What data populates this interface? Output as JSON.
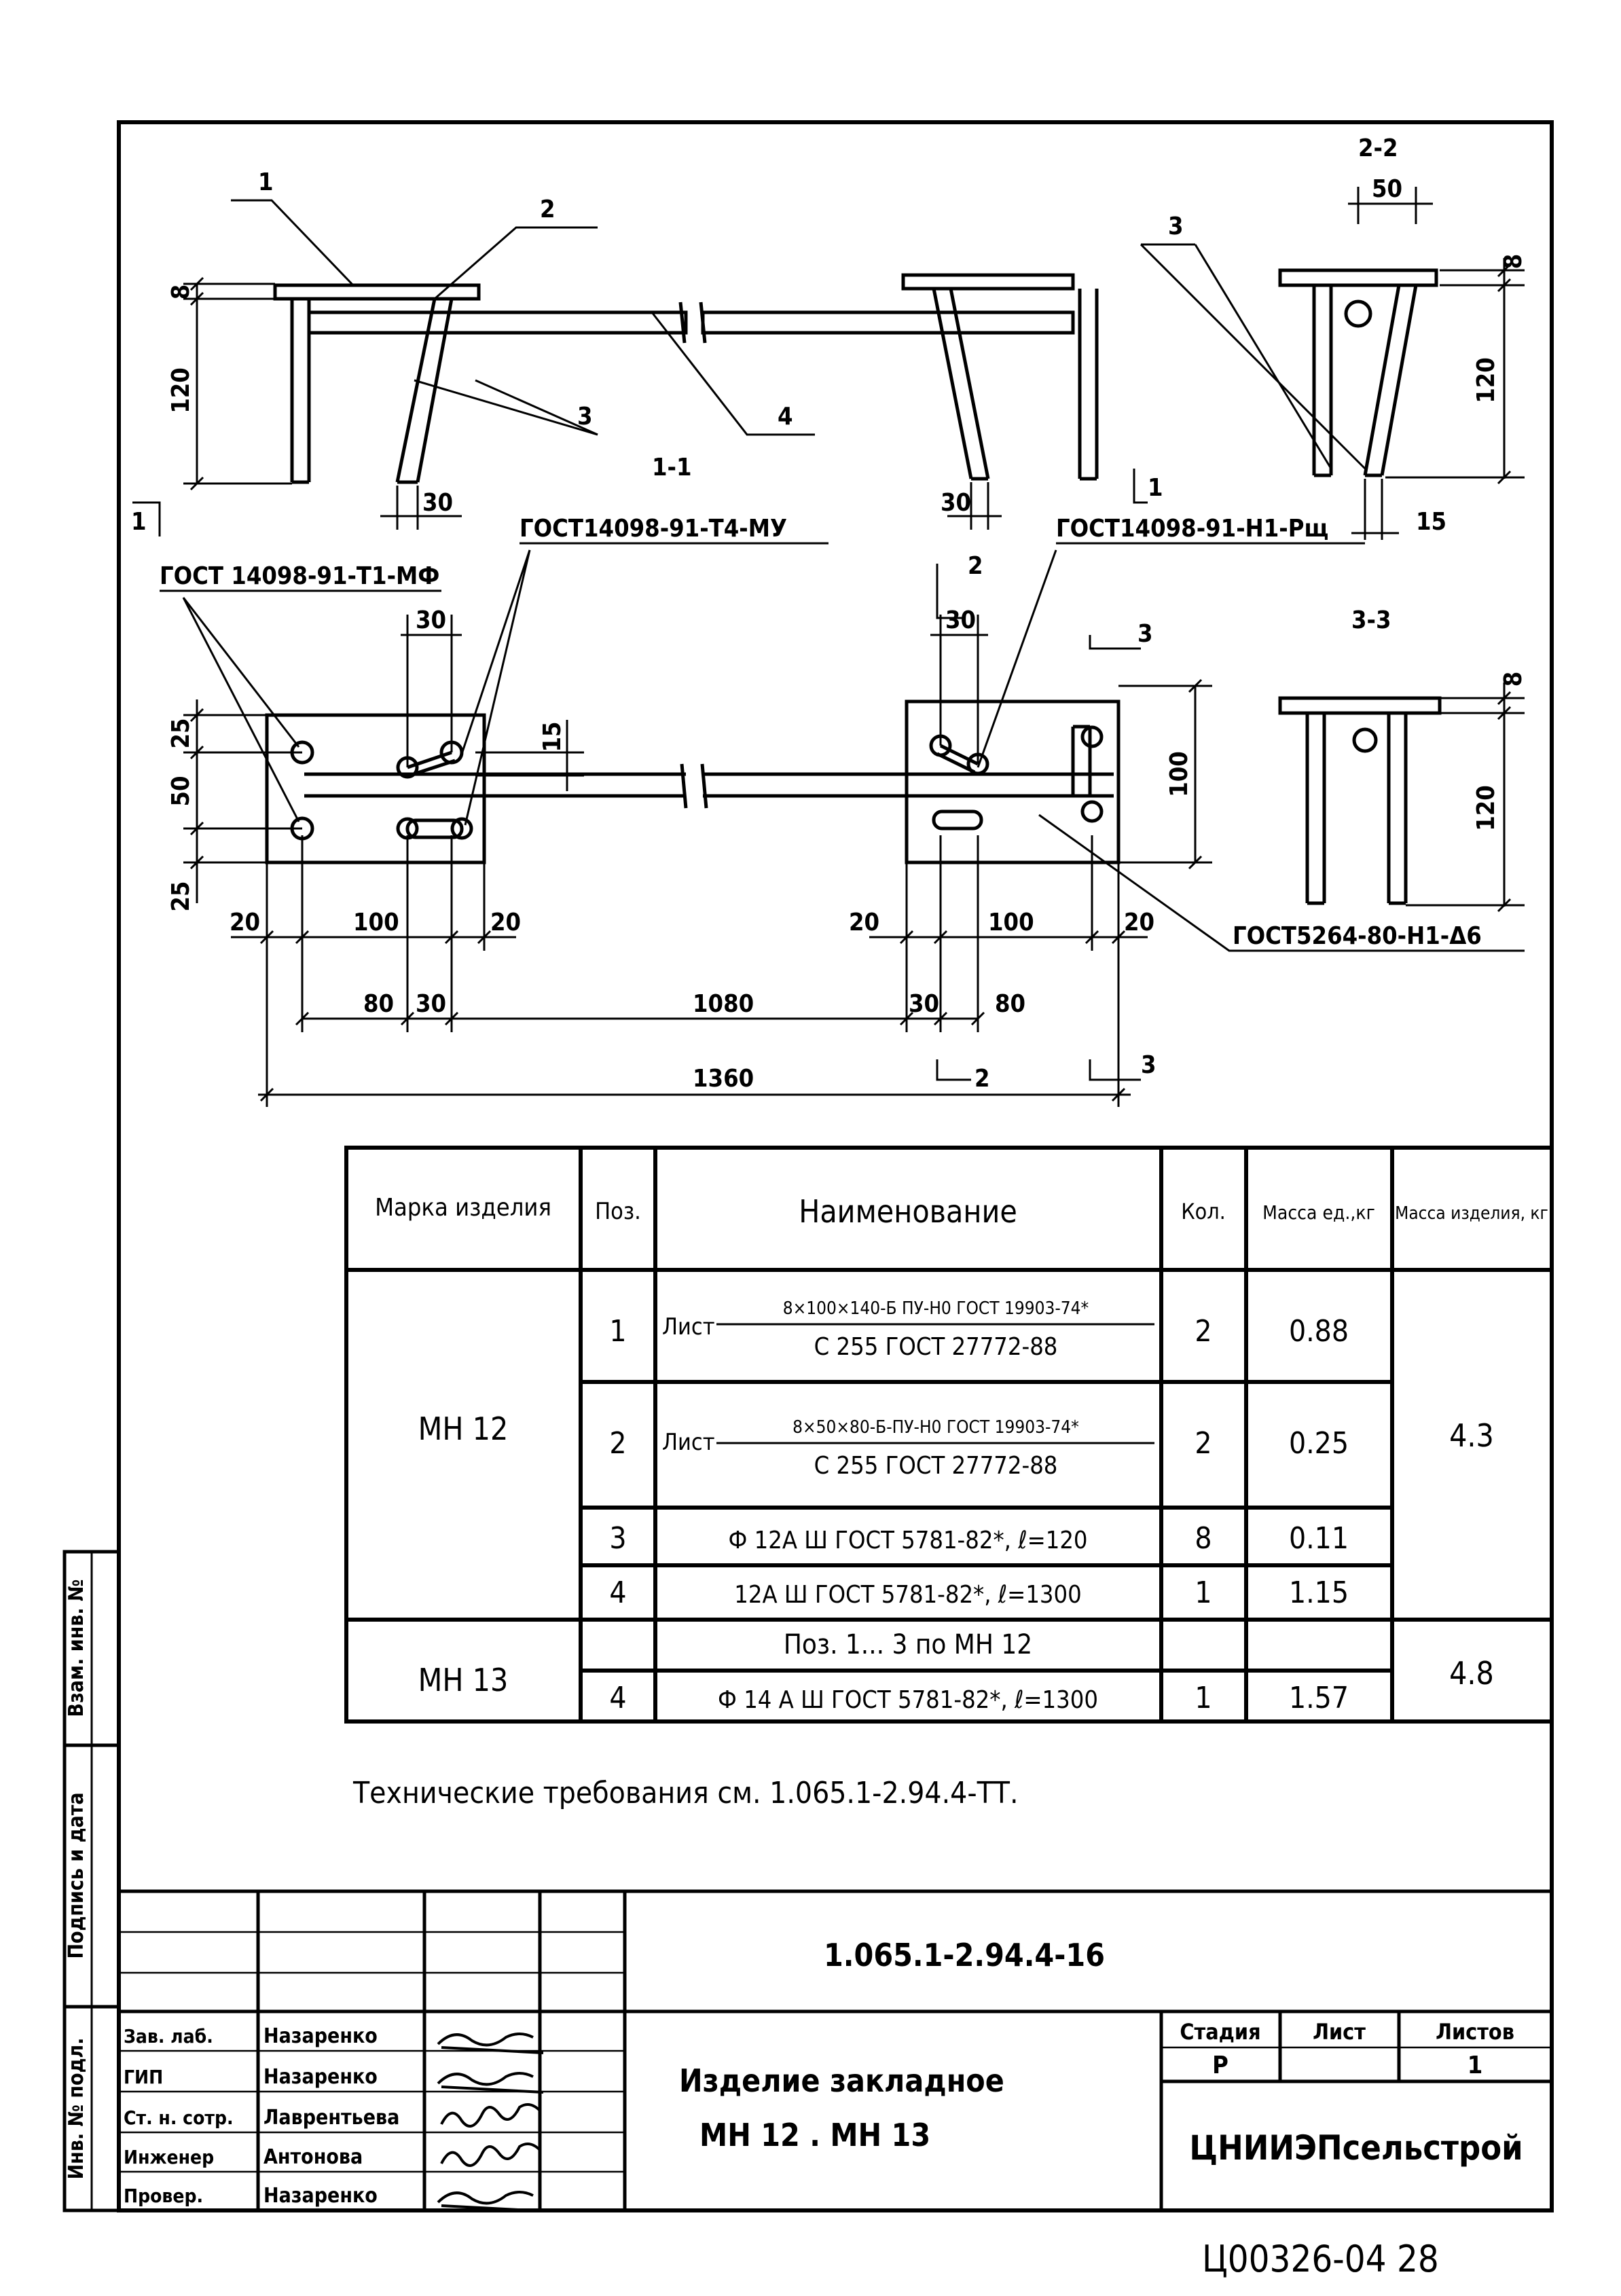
{
  "drawing": {
    "callouts": [
      "1",
      "2",
      "3",
      "3",
      "4",
      "3"
    ],
    "section_labels": [
      "1-1",
      "2-2",
      "3-3"
    ],
    "section_marks": [
      "1",
      "1",
      "2",
      "2",
      "3",
      "3"
    ],
    "dims_elevation": [
      "8",
      "120",
      "30",
      "30",
      "50",
      "8",
      "120",
      "15",
      "8",
      "120"
    ],
    "dims_plan": [
      "25",
      "50",
      "25",
      "30",
      "15",
      "30",
      "100",
      "20",
      "20",
      "100",
      "20",
      "80",
      "30",
      "30",
      "80",
      "1080",
      "1360"
    ],
    "gost_notes": [
      "ГОСТ 14098-91-Т1-МФ",
      "ГОСТ14098-91-Т4-МУ",
      "ГОСТ14098-91-Н1-Рщ",
      "ГОСТ5264-80-Н1-Δ6"
    ]
  },
  "table": {
    "headers": {
      "mark": "Марка изделия",
      "pos": "Поз.",
      "name": "Наименование",
      "qty": "Кол.",
      "mass_unit": "Масса ед.,кг",
      "mass_item": "Масса изделия, кг"
    },
    "mh12": {
      "mark": "МН 12",
      "mass_item": "4.3",
      "rows": [
        {
          "pos": "1",
          "name_prefix": "Лист",
          "name_top": "8×100×140-Б ПУ-Н0 ГОСТ 19903-74*",
          "name_bottom": "С 255 ГОСТ 27772-88",
          "qty": "2",
          "mass": "0.88"
        },
        {
          "pos": "2",
          "name_prefix": "Лист",
          "name_top": "8×50×80-Б-ПУ-Н0 ГОСТ 19903-74*",
          "name_bottom": "С 255 ГОСТ 27772-88",
          "qty": "2",
          "mass": "0.25"
        },
        {
          "pos": "3",
          "name": "Ф 12А Ш ГОСТ 5781-82*, ℓ=120",
          "qty": "8",
          "mass": "0.11"
        },
        {
          "pos": "4",
          "name": "12А Ш ГОСТ 5781-82*, ℓ=1300",
          "qty": "1",
          "mass": "1.15"
        }
      ]
    },
    "mh13": {
      "mark": "МН 13",
      "mass_item": "4.8",
      "rows": [
        {
          "pos": "",
          "name": "Поз. 1... 3 по МН 12",
          "qty": "",
          "mass": ""
        },
        {
          "pos": "4",
          "name": "Ф 14 А Ш ГОСТ 5781-82*, ℓ=1300",
          "qty": "1",
          "mass": "1.57"
        }
      ]
    }
  },
  "notes": {
    "tech": "Технические требования см. 1.065.1-2.94.4-ТТ."
  },
  "side_stamp": {
    "labels": [
      "Инв. № подл.",
      "Подпись и дата",
      "Взам. инв. №"
    ]
  },
  "title_block": {
    "code": "1.065.1-2.94.4-16",
    "roles": [
      "Зав. лаб.",
      "ГИП",
      "Ст. н. сотр.",
      "Инженер",
      "Провер."
    ],
    "names": [
      "Назаренко",
      "Назаренко",
      "Лаврентьева",
      "Антонова",
      "Назаренко"
    ],
    "title_line1": "Изделие закладное",
    "title_line2": "МН 12 . МН 13",
    "stage_label": "Стадия",
    "sheet_label": "Лист",
    "sheets_label": "Листов",
    "stage": "Р",
    "sheet": "",
    "sheets": "1",
    "org": "ЦНИИЭПсельстрой"
  },
  "footer": {
    "handwritten": "Ц00326-04 28"
  }
}
